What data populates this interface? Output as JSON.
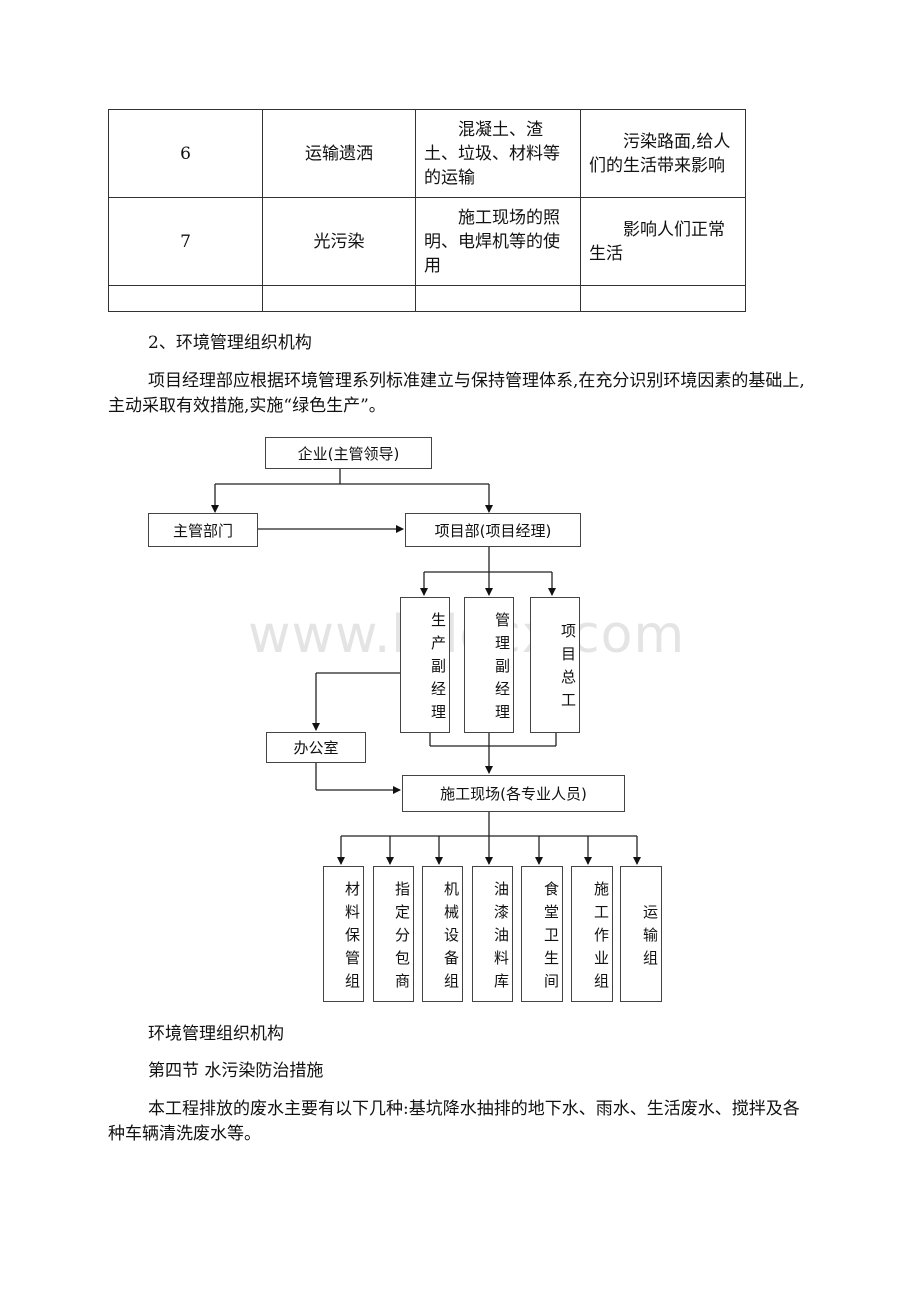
{
  "table": {
    "rows": [
      {
        "no": "6",
        "name": "运输遗洒",
        "source": "混凝土、渣土、垃圾、材料等的运输",
        "impact": "污染路面,给人们的生活带来影响"
      },
      {
        "no": "7",
        "name": "光污染",
        "source": "施工现场的照明、电焊机等的使用",
        "impact": "影响人们正常生活"
      }
    ]
  },
  "section2": {
    "heading": "2、环境管理组织机构",
    "body": "项目经理部应根据环境管理系列标准建立与保持管理体系,在充分识别环境因素的基础上,主动采取有效措施,实施“绿色生产”。"
  },
  "org": {
    "top": "企业(主管领导)",
    "dept": "主管部门",
    "project": "项目部(项目经理)",
    "deputies": [
      "生产副经理",
      "管理副经理",
      "项目总工"
    ],
    "office": "办公室",
    "site": "施工现场(各专业人员)",
    "groups": [
      "材料保管组",
      "指定分包商",
      "机械设备组",
      "油漆油料库",
      "食堂卫生间",
      "施工作业组",
      "运输组"
    ]
  },
  "watermark": "www.bdocx.com",
  "caption": "环境管理组织机构",
  "section4": {
    "heading": "第四节 水污染防治措施",
    "body": "本工程排放的废水主要有以下几种:基坑降水抽排的地下水、雨水、生活废水、搅拌及各种车辆清洗废水等。"
  }
}
